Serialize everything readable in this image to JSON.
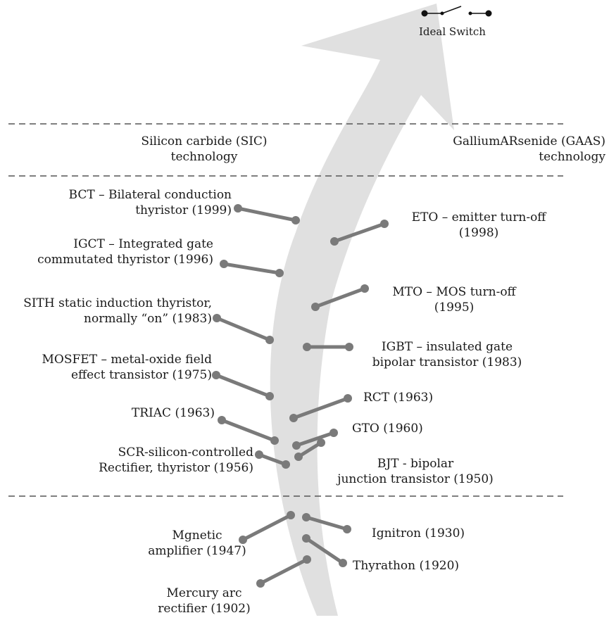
{
  "ideal_switch": {
    "label": "Ideal Switch"
  },
  "technologies": {
    "sic": {
      "line1": "Silicon carbide (SIC)",
      "line2": "technology"
    },
    "gaas": {
      "line1": "GalliumARsenide (GAAS)",
      "line2": "technology"
    }
  },
  "devices_left": [
    {
      "line1": "BCT – Bilateral conduction",
      "line2": "thyristor (1999)"
    },
    {
      "line1": "IGCT – Integrated gate",
      "line2": "commutated  thyristor (1996)"
    },
    {
      "line1": "SITH static induction thyristor,",
      "line2": "normally “on”  (1983)"
    },
    {
      "line1": "MOSFET – metal-oxide field",
      "line2": "effect transistor (1975)"
    },
    {
      "line1": "TRIAC (1963)",
      "line2": ""
    },
    {
      "line1": "SCR-silicon-controlled",
      "line2": "Rectifier, thyristor (1956)"
    },
    {
      "line1": "Mgnetic",
      "line2": "amplifier (1947)"
    },
    {
      "line1": "Mercury arc",
      "line2": "rectifier (1902)"
    }
  ],
  "devices_right": [
    {
      "line1": "ETO – emitter  turn-off",
      "line2": "(1998)"
    },
    {
      "line1": "MTO – MOS turn-off",
      "line2": "(1995)"
    },
    {
      "line1": "IGBT – insulated gate",
      "line2": "bipolar transistor (1983)"
    },
    {
      "line1": "RCT (1963)",
      "line2": ""
    },
    {
      "line1": "GTO (1960)",
      "line2": ""
    },
    {
      "line1": "BJT - bipolar",
      "line2": "junction transistor (1950)"
    },
    {
      "line1": "Ignitron (1930)",
      "line2": ""
    },
    {
      "line1": "Thyrathon (1920)",
      "line2": ""
    }
  ],
  "colors": {
    "arrow": "#e0e0e0",
    "connector": "#7a7a7a",
    "divider": "#555555",
    "text": "#1a1a1a"
  }
}
